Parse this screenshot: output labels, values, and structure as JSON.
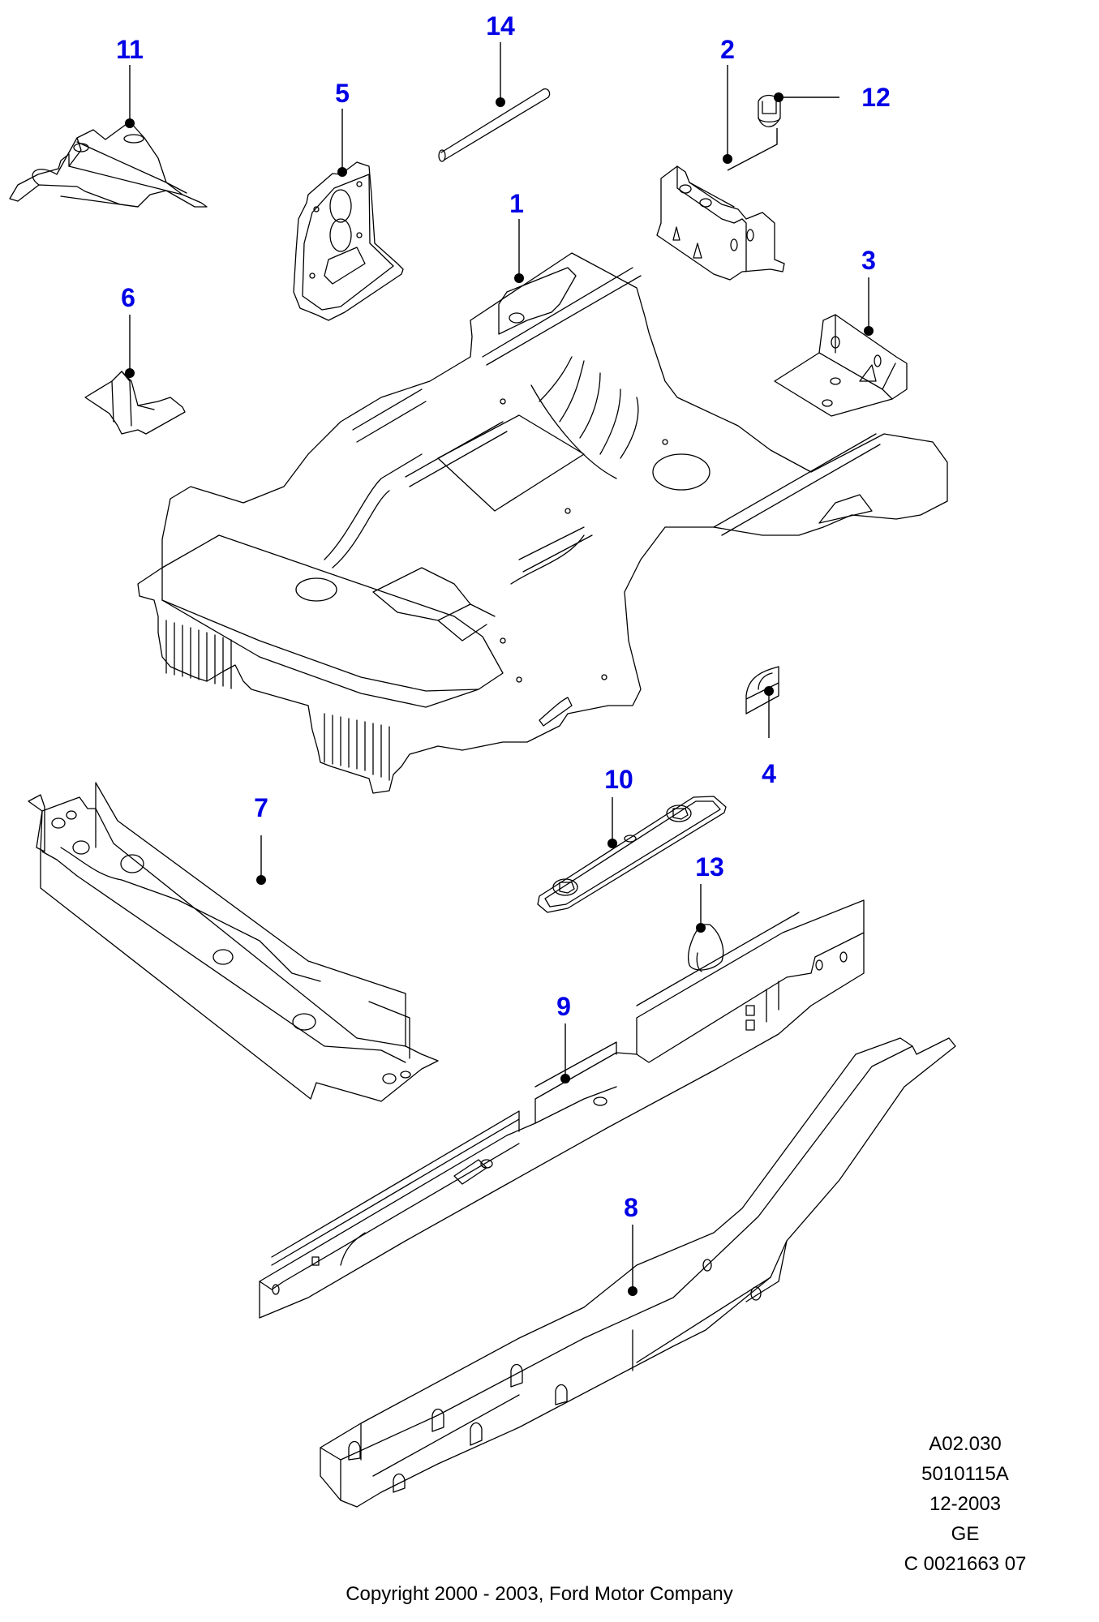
{
  "diagram": {
    "title_block": {
      "section": "A02.030",
      "illustration": "5010115A",
      "date": "12-2003",
      "region": "GE",
      "code": "C 0021663 07"
    },
    "copyright": "Copyright 2000 - 2003, Ford Motor Company",
    "callout_color": "#0000e6",
    "callouts": [
      {
        "id": "1",
        "part": "floor-pan"
      },
      {
        "id": "2",
        "part": "bracket"
      },
      {
        "id": "3",
        "part": "corner-bracket"
      },
      {
        "id": "4",
        "part": "gusset"
      },
      {
        "id": "5",
        "part": "reinforcement-plate"
      },
      {
        "id": "6",
        "part": "clip-bracket"
      },
      {
        "id": "7",
        "part": "crossmember"
      },
      {
        "id": "8",
        "part": "side-member"
      },
      {
        "id": "9",
        "part": "sill-reinforcement"
      },
      {
        "id": "10",
        "part": "nut-plate"
      },
      {
        "id": "11",
        "part": "floor-extension"
      },
      {
        "id": "12",
        "part": "nut"
      },
      {
        "id": "13",
        "part": "plug"
      },
      {
        "id": "14",
        "part": "tube"
      }
    ]
  }
}
